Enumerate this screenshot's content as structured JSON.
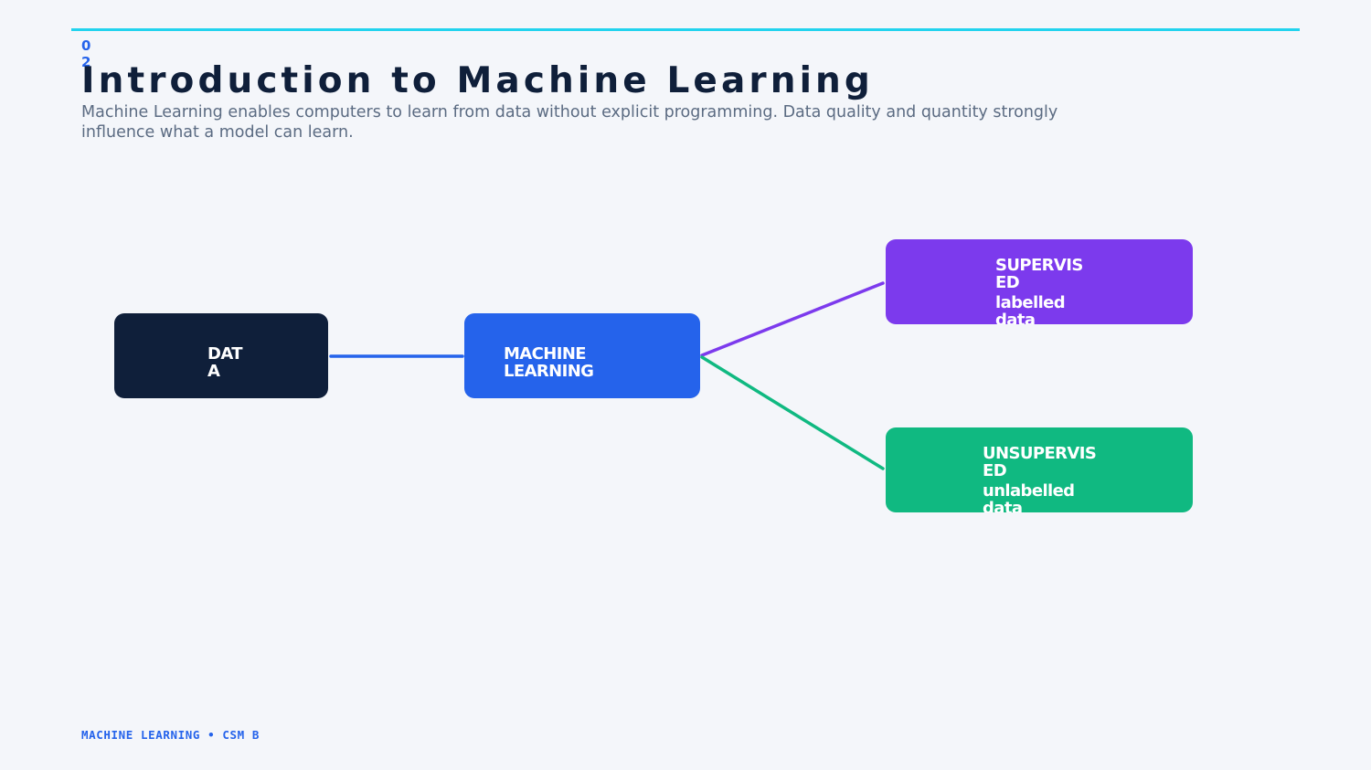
{
  "slide": {
    "number": "02",
    "title": "Introduction to Machine Learning",
    "subtitle": "Machine Learning enables computers to learn from data without explicit programming. Data quality and quantity strongly influence what a model can learn."
  },
  "diagram": {
    "nodes": {
      "data": {
        "label": "DATA",
        "color": "#0f1f3a"
      },
      "ml": {
        "label": "MACHINE LEARNING",
        "color": "#2563eb"
      },
      "supervised": {
        "label": "SUPERVISED",
        "sublabel": "labelled data",
        "color": "#7c3aed"
      },
      "unsupervised": {
        "label": "UNSUPERVISED",
        "sublabel": "unlabelled data",
        "color": "#10b981"
      }
    },
    "edges": [
      {
        "from": "DATA",
        "to": "MACHINE LEARNING",
        "color": "#2563eb"
      },
      {
        "from": "MACHINE LEARNING",
        "to": "SUPERVISED",
        "color": "#7c3aed"
      },
      {
        "from": "MACHINE LEARNING",
        "to": "UNSUPERVISED",
        "color": "#10b981"
      }
    ]
  },
  "footer": {
    "text": "MACHINE LEARNING • CSM B"
  },
  "colors": {
    "accent_rule": "#22d3ee",
    "background": "#f4f6fa"
  }
}
